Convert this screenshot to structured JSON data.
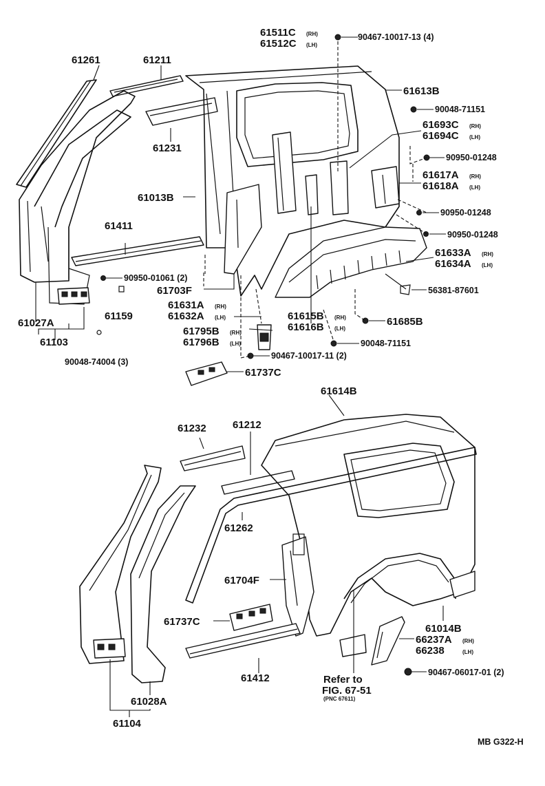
{
  "labels": {
    "p61261": "61261",
    "p61211": "61211",
    "p61511": "61511C",
    "p61511s": "(RH)",
    "p61512": "61512C",
    "p61512s": "(LH)",
    "p90467a": "90467-10017-13 (4)",
    "p61613": "61613B",
    "p90048a": "90048-71151",
    "p61693": "61693C",
    "p61693s": "(RH)",
    "p61694": "61694C",
    "p61694s": "(LH)",
    "p90950a": "90950-01248",
    "p61617": "61617A",
    "p61617s": "(RH)",
    "p61618": "61618A",
    "p61618s": "(LH)",
    "p61231": "61231",
    "p61013": "61013B",
    "p90950b": "90950-01248",
    "p90950c": "90950-01248",
    "p61411": "61411",
    "p61633": "61633A",
    "p61633s": "(RH)",
    "p61634": "61634A",
    "p61634s": "(LH)",
    "p90950d": "90950-01061 (2)",
    "p61703": "61703F",
    "p56381": "56381-87601",
    "p61631": "61631A",
    "p61631s": "(RH)",
    "p61632": "61632A",
    "p61632s": "(LH)",
    "p61159": "61159",
    "p61615": "61615B",
    "p61615s": "(RH)",
    "p61616": "61616B",
    "p61616s": "(LH)",
    "p61685": "61685B",
    "p61027": "61027A",
    "p61795": "61795B",
    "p61795s": "(RH)",
    "p61796": "61796B",
    "p61796s": "(LH)",
    "p90048b": "90048-71151",
    "p61103": "61103",
    "p90048c": "90048-74004 (3)",
    "p90467b": "90467-10017-11 (2)",
    "p61737a": "61737C",
    "p61614": "61614B",
    "p61232": "61232",
    "p61212": "61212",
    "p61262": "61262",
    "p61704": "61704F",
    "p61737b": "61737C",
    "p61014": "61014B",
    "p66237": "66237A",
    "p66237s": "(RH)",
    "p66238": "66238",
    "p66238s": "(LH)",
    "p61412": "61412",
    "p90467c": "90467-06017-01 (2)",
    "p61028": "61028A",
    "refer1": "Refer to",
    "refer2": "FIG. 67-51",
    "refer3": "(PNC 67611)",
    "p61104": "61104",
    "code": "MB G322-H"
  }
}
